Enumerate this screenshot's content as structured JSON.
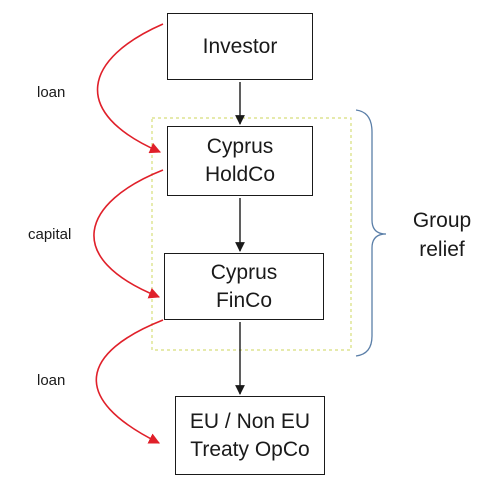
{
  "nodes": {
    "investor": {
      "lines": [
        "Investor"
      ]
    },
    "holdco": {
      "lines": [
        "Cyprus",
        "HoldCo"
      ]
    },
    "finco": {
      "lines": [
        "Cyprus",
        "FinCo"
      ]
    },
    "opco": {
      "lines": [
        "EU / Non EU",
        "Treaty OpCo"
      ]
    }
  },
  "flows": {
    "investor_to_holdco": "loan",
    "holdco_to_finco": "capital",
    "finco_to_opco": "loan"
  },
  "group": {
    "lines": [
      "Group",
      "relief"
    ]
  },
  "colors": {
    "box_border": "#1a1a1a",
    "flow_arrow": "#e0202a",
    "group_outline": "#d7de7a",
    "brace": "#5b7fa8"
  }
}
